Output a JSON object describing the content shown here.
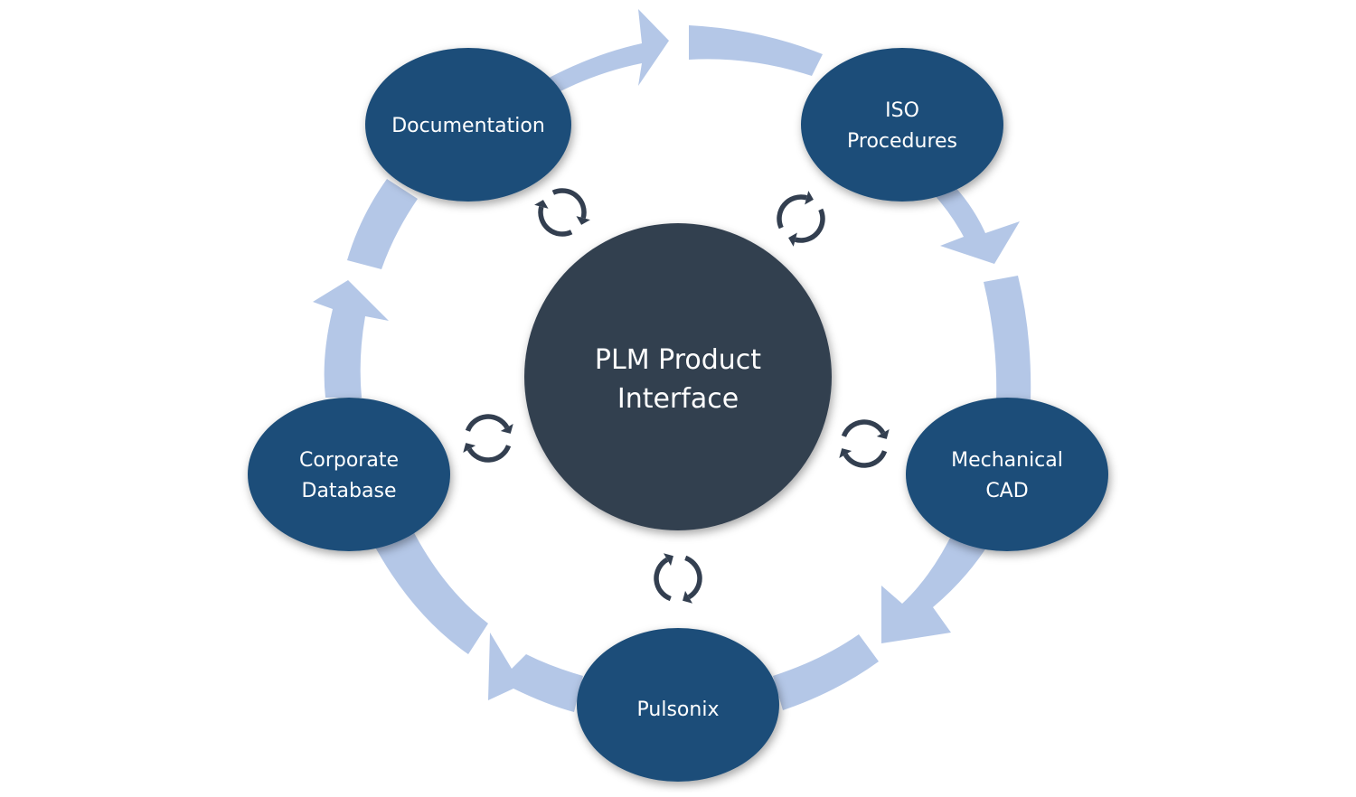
{
  "center": {
    "lines": [
      "PLM Product",
      "Interface"
    ],
    "color": "#333f50"
  },
  "nodes": [
    {
      "id": "documentation",
      "lines": [
        "Documentation"
      ]
    },
    {
      "id": "iso-procedures",
      "lines": [
        "ISO",
        "Procedures"
      ]
    },
    {
      "id": "mechanical-cad",
      "lines": [
        "Mechanical",
        "CAD"
      ]
    },
    {
      "id": "pulsonix",
      "lines": [
        "Pulsonix"
      ]
    },
    {
      "id": "corporate-database",
      "lines": [
        "Corporate",
        "Database"
      ]
    }
  ],
  "colors": {
    "node_fill": "#1f4e79",
    "cycle_arrow": "#b4c7e7",
    "sync_icon": "#333f50",
    "text": "#ffffff"
  },
  "icons": {
    "cycle_arrow": "cycle-arrow",
    "sync": "sync-arrows-icon"
  }
}
